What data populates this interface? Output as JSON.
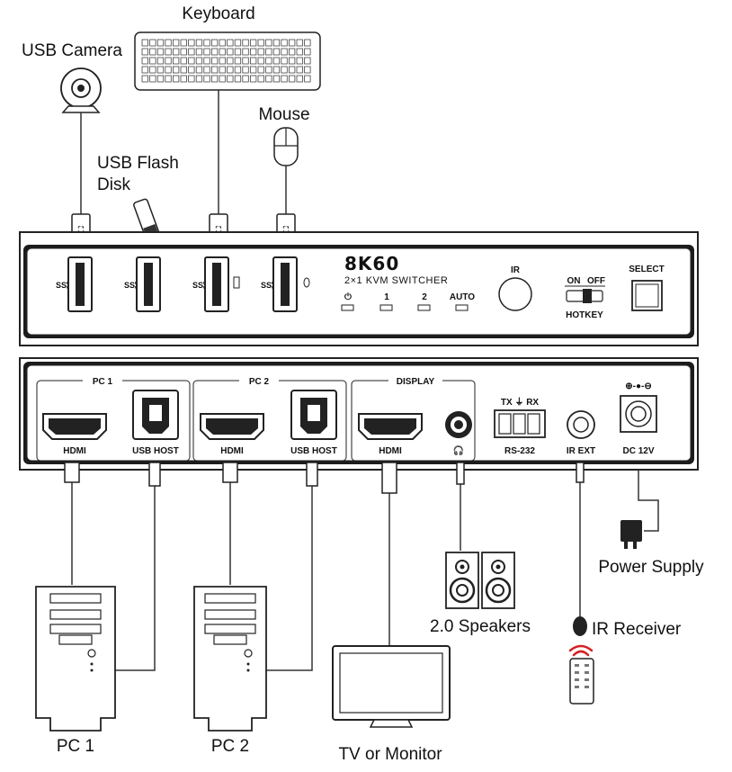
{
  "labels": {
    "keyboard": "Keyboard",
    "usb_camera": "USB Camera",
    "mouse": "Mouse",
    "usb_flash_line1": "USB Flash",
    "usb_flash_line2": "Disk",
    "power_supply": "Power Supply",
    "speakers": "2.0 Speakers",
    "ir_receiver": "IR Receiver",
    "pc1": "PC 1",
    "pc2": "PC 2",
    "monitor": "TV or Monitor"
  },
  "front_panel": {
    "brand": "8K60",
    "subtitle": "2×1 KVM SWITCHER",
    "led_power_label": "⏻",
    "led_1": "1",
    "led_2": "2",
    "led_auto": "AUTO",
    "ir": "IR",
    "hotkey_on": "ON",
    "hotkey_off": "OFF",
    "hotkey": "HOTKEY",
    "select": "SELECT"
  },
  "rear_panel": {
    "pc1_group": "PC 1",
    "pc2_group": "PC 2",
    "display_group": "DISPLAY",
    "hdmi": "HDMI",
    "usb_host": "USB HOST",
    "rs232_top": "TX ⏚ RX",
    "rs232": "RS-232",
    "ir_ext": "IR EXT",
    "dc": "DC 12V",
    "polarity": "⊕-●-⊖"
  }
}
